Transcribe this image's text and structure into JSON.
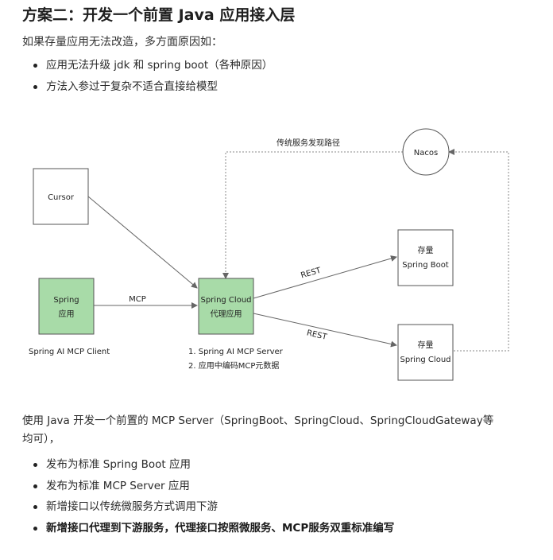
{
  "title": "方案二：开发一个前置 Java 应用接入层",
  "intro": "如果存量应用无法改造，多方面原因如：",
  "reasons": [
    "应用无法升级 jdk 和 spring boot（各种原因）",
    "方法入参过于复杂不适合直接给模型"
  ],
  "diagram": {
    "nacos": "Nacos",
    "discovery_path": "传统服务发现路径",
    "cursor": "Cursor",
    "spring_app": [
      "Spring",
      "应用"
    ],
    "spring_client_caption": "Spring AI MCP Client",
    "mcp_label": "MCP",
    "proxy": [
      "Spring Cloud",
      "代理应用"
    ],
    "proxy_notes": [
      "1. Spring AI MCP Server",
      "2. 应用中编码MCP元数据"
    ],
    "rest_label": "REST",
    "legacy_boot": [
      "存量",
      "Spring Boot"
    ],
    "legacy_cloud": [
      "存量",
      "Spring Cloud"
    ],
    "colors": {
      "green_fill": "#a8dba8",
      "line": "#666666"
    }
  },
  "summary": "使用 Java 开发一个前置的 MCP Server（SpringBoot、SpringCloud、SpringCloudGateway等均可），",
  "features": [
    {
      "text": "发布为标准 Spring Boot 应用",
      "bold": false
    },
    {
      "text": "发布为标准 MCP Server 应用",
      "bold": false
    },
    {
      "text": "新增接口以传统微服务方式调用下游",
      "bold": false
    },
    {
      "text": "新增接口代理到下游服务，代理接口按照微服务、MCP服务双重标准编写",
      "bold": true
    }
  ]
}
